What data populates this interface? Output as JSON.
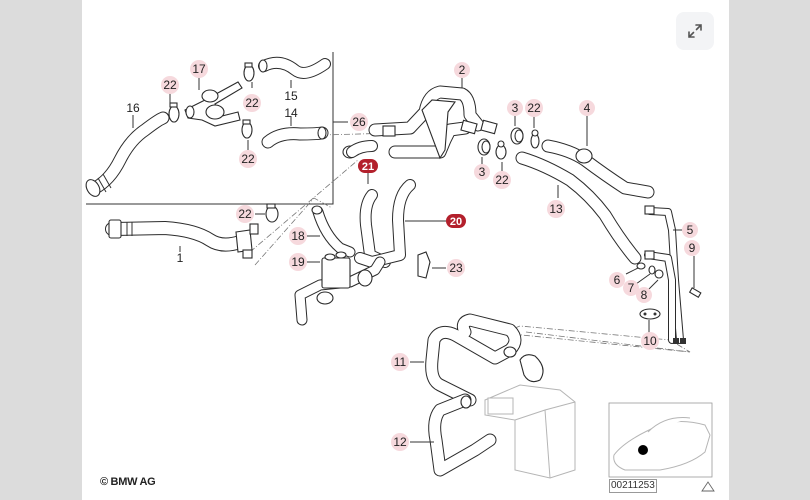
{
  "viewer": {
    "expand_button_icon": "expand-arrows-icon",
    "expand_button_label": "Expand image"
  },
  "diagram": {
    "copyright": "© BMW AG",
    "diagram_number": "00211253",
    "warning_icon": "warning-triangle-icon",
    "callouts": [
      {
        "id": "c1",
        "label": "1",
        "highlight": "none"
      },
      {
        "id": "c2",
        "label": "2",
        "highlight": "light"
      },
      {
        "id": "c3a",
        "label": "3",
        "highlight": "light"
      },
      {
        "id": "c3b",
        "label": "3",
        "highlight": "light"
      },
      {
        "id": "c4",
        "label": "4",
        "highlight": "light"
      },
      {
        "id": "c5",
        "label": "5",
        "highlight": "light"
      },
      {
        "id": "c6",
        "label": "6",
        "highlight": "light"
      },
      {
        "id": "c7",
        "label": "7",
        "highlight": "light"
      },
      {
        "id": "c8",
        "label": "8",
        "highlight": "light"
      },
      {
        "id": "c9",
        "label": "9",
        "highlight": "light"
      },
      {
        "id": "c10",
        "label": "10",
        "highlight": "light"
      },
      {
        "id": "c11",
        "label": "11",
        "highlight": "light"
      },
      {
        "id": "c12",
        "label": "12",
        "highlight": "light"
      },
      {
        "id": "c13",
        "label": "13",
        "highlight": "light"
      },
      {
        "id": "c14",
        "label": "14",
        "highlight": "none"
      },
      {
        "id": "c15",
        "label": "15",
        "highlight": "none"
      },
      {
        "id": "c16",
        "label": "16",
        "highlight": "none"
      },
      {
        "id": "c17",
        "label": "17",
        "highlight": "light"
      },
      {
        "id": "c18",
        "label": "18",
        "highlight": "light"
      },
      {
        "id": "c19",
        "label": "19",
        "highlight": "light"
      },
      {
        "id": "c20",
        "label": "20",
        "highlight": "strong"
      },
      {
        "id": "c21",
        "label": "21",
        "highlight": "strong"
      },
      {
        "id": "c22a",
        "label": "22",
        "highlight": "light"
      },
      {
        "id": "c22b",
        "label": "22",
        "highlight": "light"
      },
      {
        "id": "c22c",
        "label": "22",
        "highlight": "light"
      },
      {
        "id": "c22d",
        "label": "22",
        "highlight": "light"
      },
      {
        "id": "c22e",
        "label": "22",
        "highlight": "light"
      },
      {
        "id": "c22f",
        "label": "22",
        "highlight": "light"
      },
      {
        "id": "c23",
        "label": "23",
        "highlight": "light"
      },
      {
        "id": "c26",
        "label": "26",
        "highlight": "light"
      }
    ]
  },
  "colors": {
    "highlight_light": "#f6d9dd",
    "highlight_strong": "#b3202c",
    "page_background": "#dcdcdc",
    "panel_background": "#ffffff"
  }
}
